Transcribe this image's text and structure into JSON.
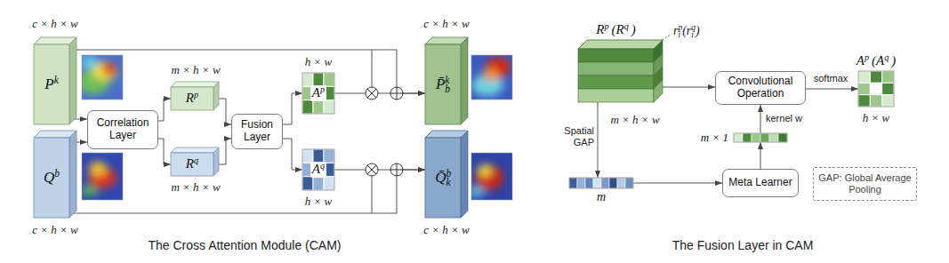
{
  "diagram": {
    "nodes": [
      {
        "text": [
          "P",
          "k"
        ]
      },
      {
        "text": [
          "Q",
          "b"
        ]
      },
      {
        "text": [
          "Correlation Layer"
        ]
      },
      {
        "text": [
          "R",
          "p"
        ]
      },
      {
        "text": [
          "R",
          "q"
        ]
      },
      {
        "text": [
          "Fusion Layer"
        ]
      },
      {
        "text": [
          "A",
          "p"
        ]
      },
      {
        "text": [
          "A",
          "q"
        ]
      },
      {
        "text": [
          "P̄",
          "k",
          "b"
        ]
      },
      {
        "text": [
          "Q̄",
          "b",
          "k"
        ]
      },
      {
        "text": [
          "R",
          "p",
          "(R",
          "q",
          ")"
        ]
      },
      {
        "text": [
          "m"
        ]
      },
      {
        "text": [
          "Meta Learner"
        ]
      },
      {
        "text": [
          "m × 1"
        ]
      },
      {
        "text": [
          "Convolutional Operation"
        ]
      },
      {
        "text": [
          "A",
          "p",
          "(A",
          "q",
          ")"
        ]
      },
      {
        "text": [
          "GAP: Global Average Pooling"
        ]
      }
    ],
    "edges": [
      {
        "from": 0,
        "to": 2,
        "arrow": "to"
      },
      {
        "from": 1,
        "to": 2,
        "arrow": "to"
      },
      {
        "from": 2,
        "to": 3,
        "arrow": "to"
      },
      {
        "from": 2,
        "to": 4,
        "arrow": "to"
      },
      {
        "from": 3,
        "to": 5,
        "arrow": "to"
      },
      {
        "from": 4,
        "to": 5,
        "arrow": "to"
      },
      {
        "from": 5,
        "to": 6,
        "arrow": "to"
      },
      {
        "from": 5,
        "to": 7,
        "arrow": "to"
      },
      {
        "from": 0,
        "to": 8,
        "arrow": "to"
      },
      {
        "from": 6,
        "to": 8,
        "arrow": "to"
      },
      {
        "from": 1,
        "to": 9,
        "arrow": "to"
      },
      {
        "from": 7,
        "to": 9,
        "arrow": "to"
      },
      {
        "from": 10,
        "to": 14,
        "arrow": "to"
      },
      {
        "from": 10,
        "to": 11,
        "arrow": "to",
        "label": "Spatial GAP"
      },
      {
        "from": 11,
        "to": 12,
        "arrow": "to"
      },
      {
        "from": 12,
        "to": 13,
        "arrow": "to"
      },
      {
        "from": 13,
        "to": 14,
        "arrow": "to",
        "label": "kernel w"
      },
      {
        "from": 14,
        "to": 15,
        "arrow": "to",
        "label": "softmax"
      }
    ],
    "labels": [
      "c × h × w",
      "c × h × w",
      "m × h × w",
      "m × h × w",
      "h × w",
      "h × w",
      "c × h × w",
      "c × h × w",
      "The Cross Attention Module (CAM)",
      "r",
      "p",
      "i",
      "(r",
      "q",
      "i",
      ")",
      "m × h × w",
      "h × w",
      "The Fusion Layer in CAM"
    ]
  }
}
